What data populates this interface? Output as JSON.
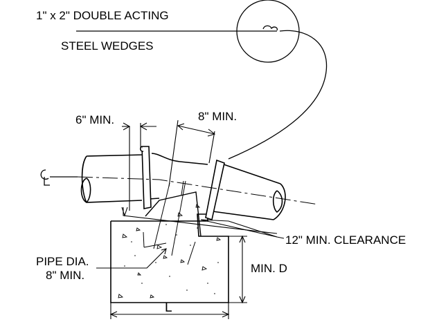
{
  "callout": {
    "line1": "1\" x 2\" DOUBLE ACTING",
    "line2": "STEEL WEDGES"
  },
  "dimensions": {
    "six_min": "6\" MIN.",
    "eight_min": "8\" MIN.",
    "clearance": "12\" MIN. CLEARANCE",
    "pipe_dia_line1": "PIPE DIA.",
    "pipe_dia_line2": "8\" MIN.",
    "min_d": "MIN. D",
    "length": "L"
  },
  "centerline_symbol": "CL"
}
